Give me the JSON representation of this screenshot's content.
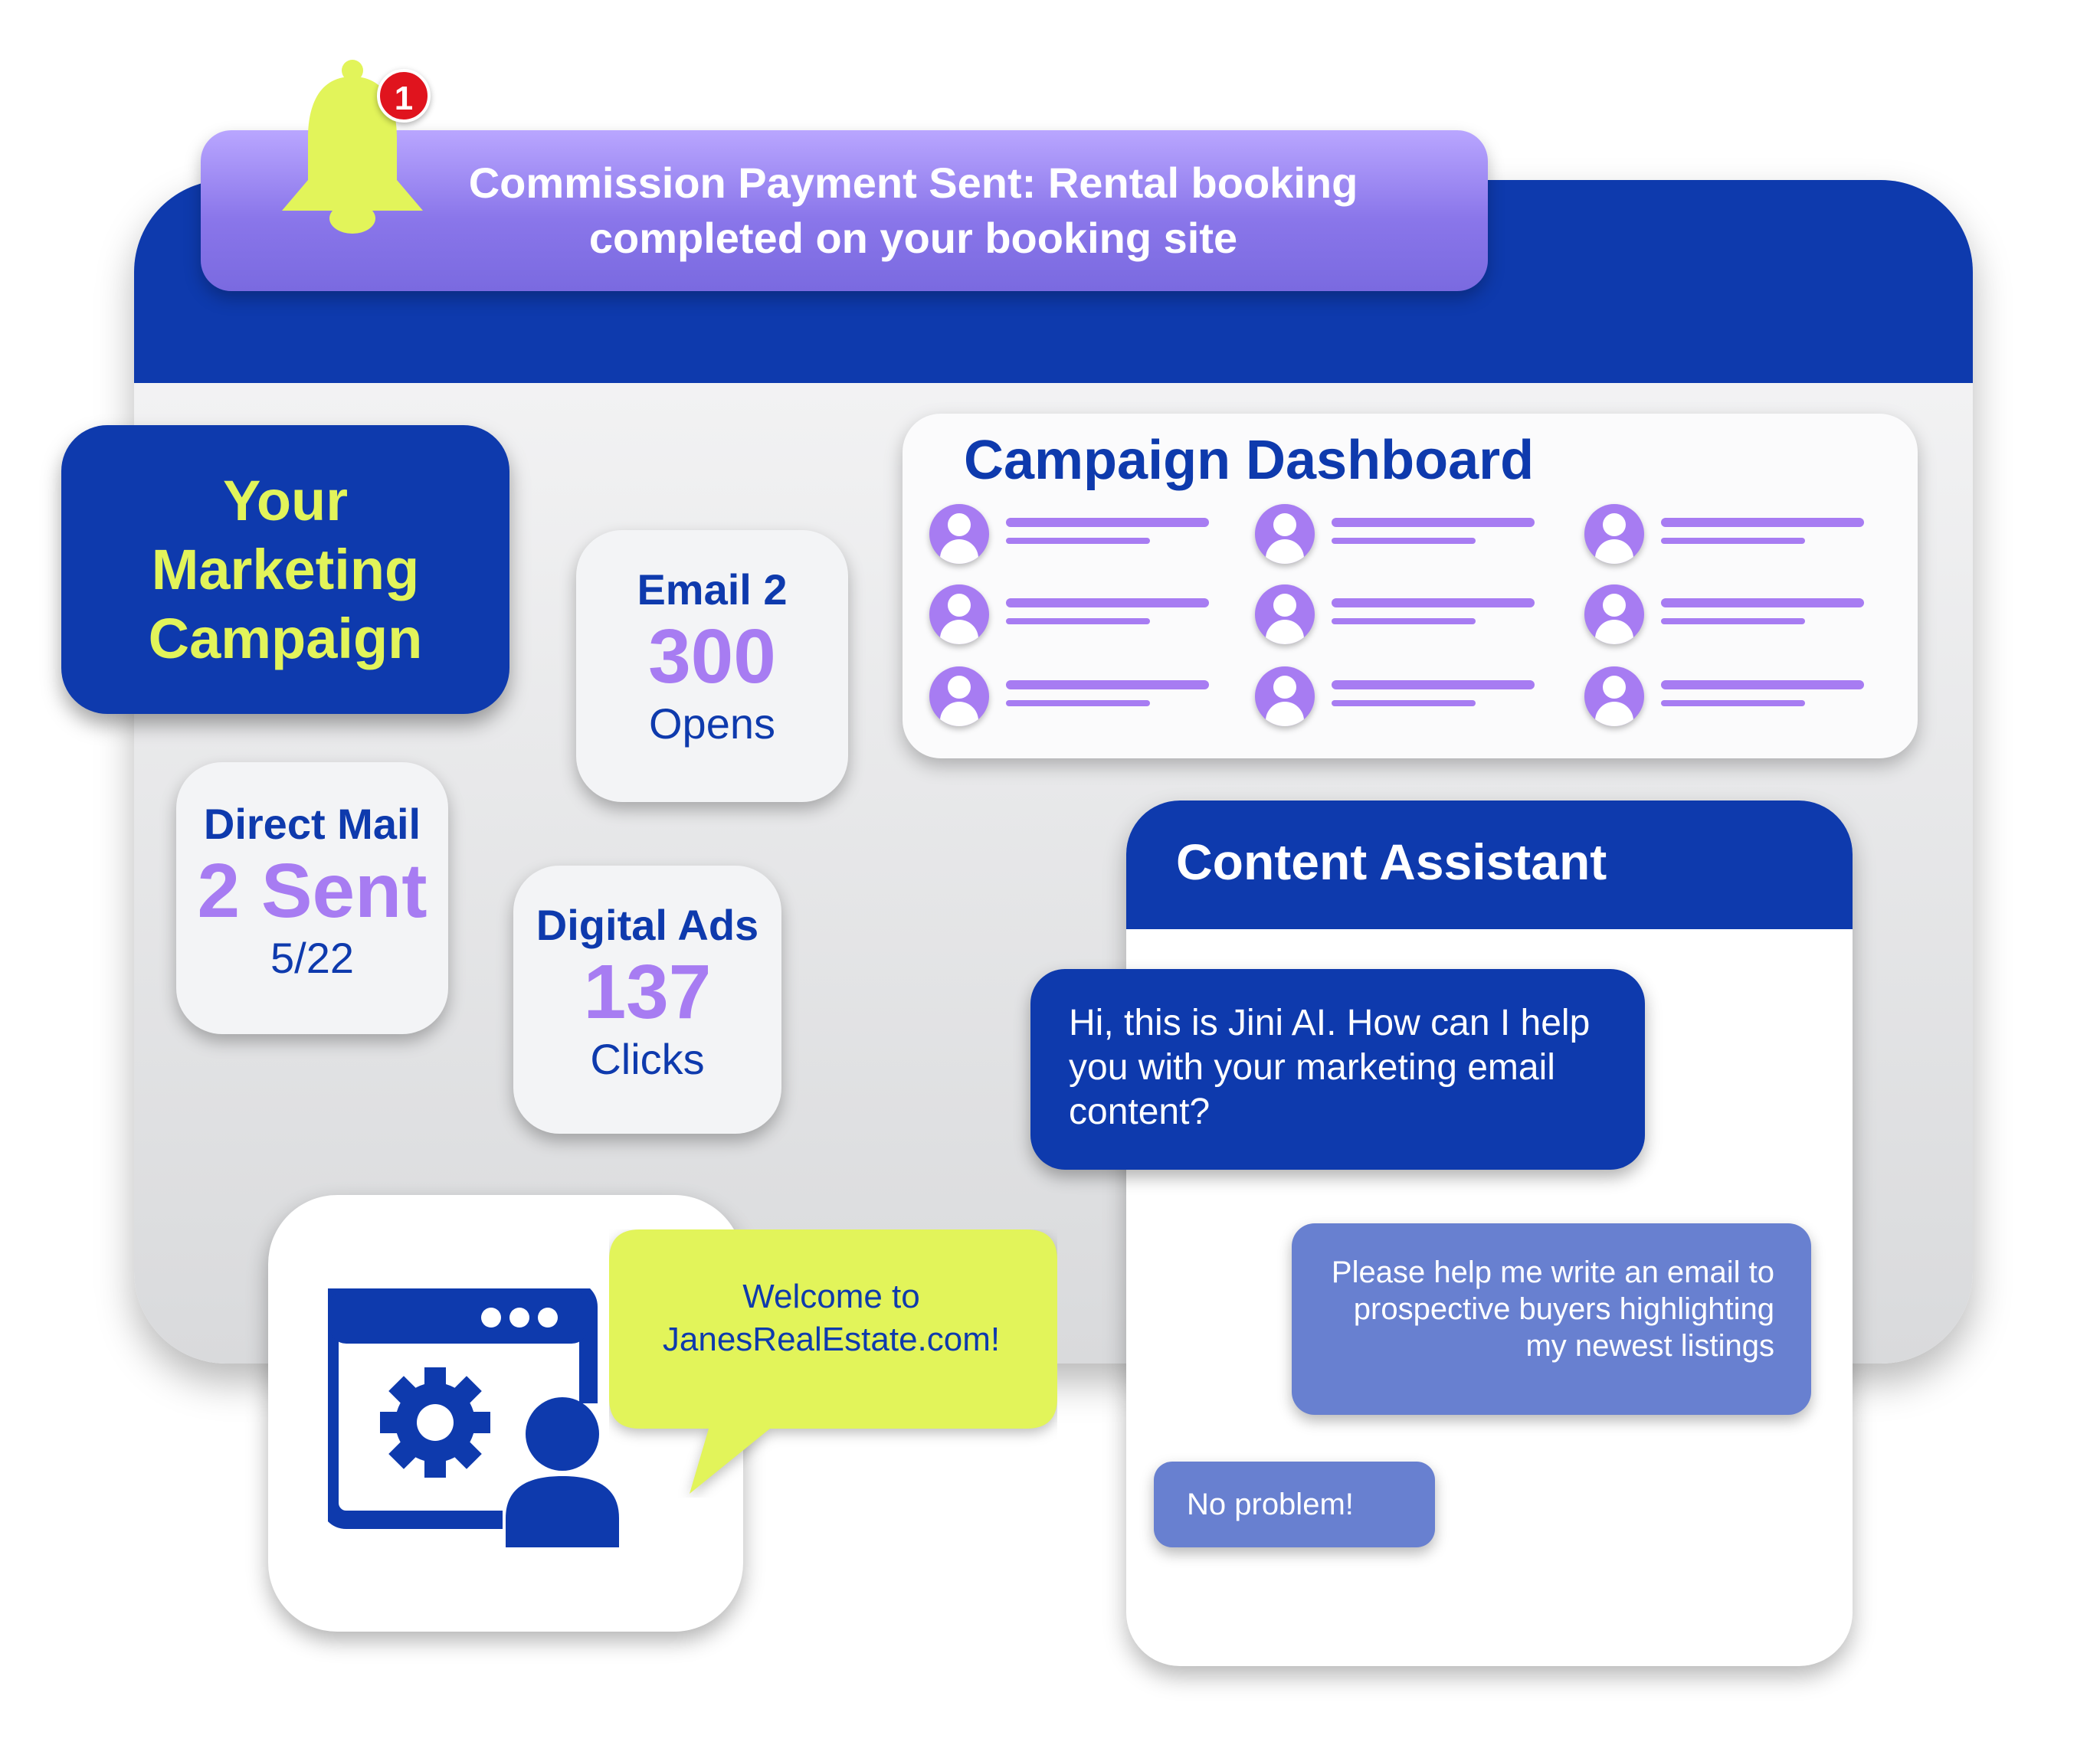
{
  "notification": {
    "badge_count": "1",
    "line1": "Commission Payment Sent: Rental booking",
    "line2": "completed on your booking site"
  },
  "campaign": {
    "line1": "Your",
    "line2": "Marketing",
    "line3": "Campaign"
  },
  "stats": {
    "email": {
      "label": "Email 2",
      "value": "300",
      "sub": "Opens"
    },
    "mail": {
      "label": "Direct Mail",
      "value": "2 Sent",
      "sub": "5/22"
    },
    "ads": {
      "label": "Digital Ads",
      "value": "137",
      "sub": "Clicks"
    }
  },
  "dashboard": {
    "title": "Campaign Dashboard"
  },
  "assistant": {
    "title": "Content Assistant",
    "ai_message": "Hi, this is Jini AI. How can I help you with your marketing email content?",
    "user_message_lines": [
      "Please help me write an email to",
      "prospective buyers highlighting",
      "my newest listings"
    ],
    "reply": "No problem!"
  },
  "welcome": {
    "line1": "Welcome to",
    "line2": "JanesRealEstate.com!"
  },
  "colors": {
    "brand_blue": "#0e3aad",
    "lime": "#e2f45a",
    "lavender": "#a77cf2",
    "notification_purple": "#8a76ea",
    "badge_red": "#e0141e"
  },
  "icons": [
    "bell-icon",
    "user-avatar-icon",
    "browser-settings-icon",
    "gear-icon",
    "user-icon"
  ]
}
